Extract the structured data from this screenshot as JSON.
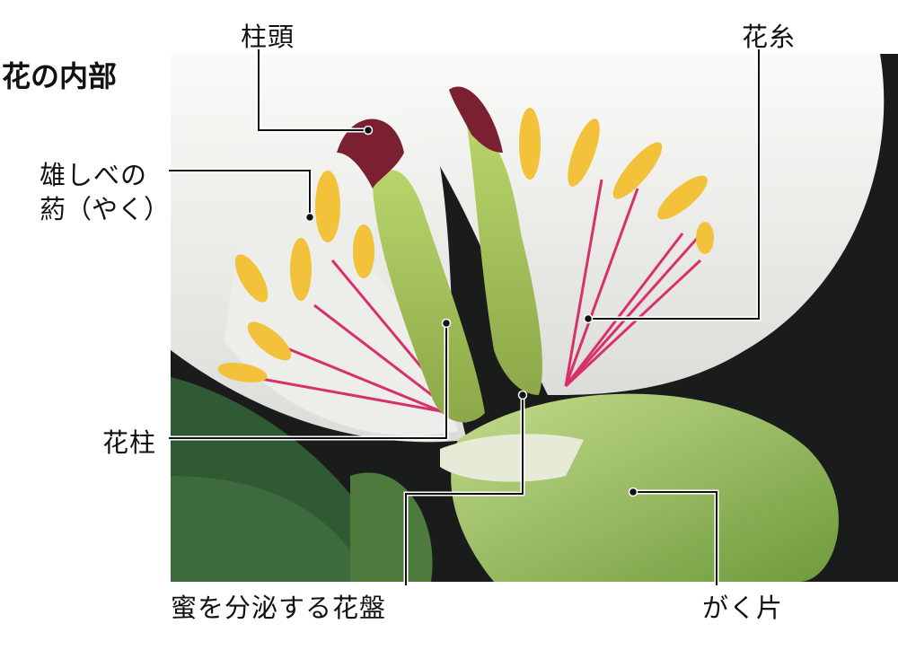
{
  "title": "花の内部",
  "labels": {
    "stigma": "柱頭",
    "filament": "花糸",
    "anther_line1": "雄しべの",
    "anther_line2": "葯（やく）",
    "style": "花柱",
    "disc": "蜜を分泌する花盤",
    "sepal": "がく片"
  },
  "colors": {
    "petal": "#f4f4f2",
    "pistil": "#a6c85a",
    "stigma": "#7a2030",
    "anther": "#f2c23a",
    "filament": "#d8306a",
    "sepal": "#9cc060",
    "background": "#1a1c1c"
  }
}
